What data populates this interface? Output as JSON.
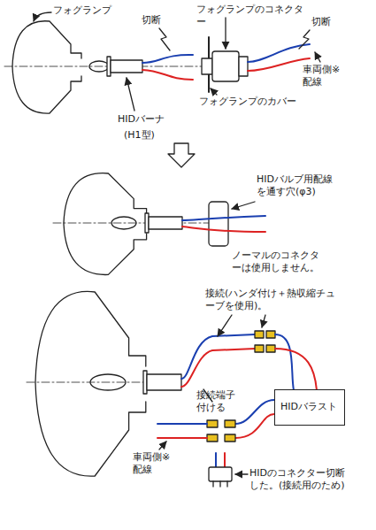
{
  "diagram": {
    "nodes": [
      {
        "text": [
          "HIDバラスト"
        ]
      }
    ],
    "labels": [
      "フォグランプ",
      "切断",
      "フォグランプのコネクター",
      "切断",
      "HIDバーナ",
      "(H1型)",
      "フォグランプのカバー",
      "車両側※配線",
      "HIDバルブ用配線を通す穴(φ3)",
      "ノーマルのコネクターは使用しません。",
      "接続(ハンダ付け＋熱収縮チューブを使用)。",
      "接続端子付ける",
      "車両側※配線",
      "HIDのコネクター切断した。(接続用のため)"
    ]
  }
}
